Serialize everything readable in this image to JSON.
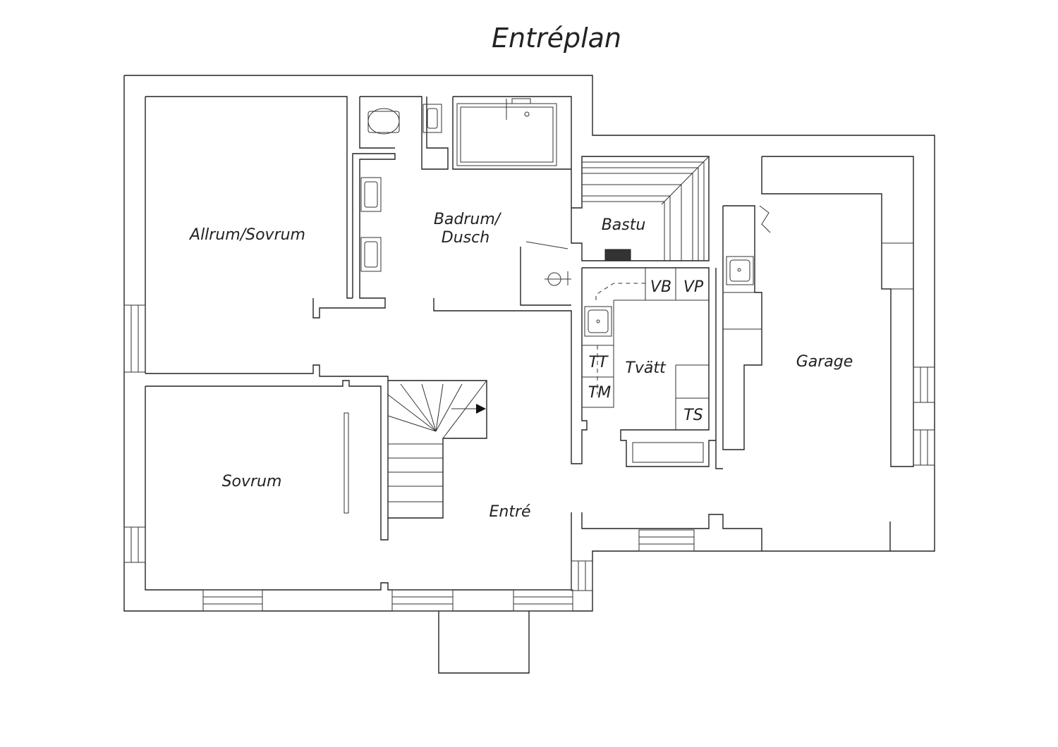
{
  "title": "Entréplan",
  "rooms": {
    "allrum": "Allrum/Sovrum",
    "badrum_line1": "Badrum/",
    "badrum_line2": "Dusch",
    "bastu": "Bastu",
    "sovrum": "Sovrum",
    "entre": "Entré",
    "tvatt": "Tvätt",
    "garage": "Garage"
  },
  "appliances": {
    "vb": "VB",
    "vp": "VP",
    "tt": "TT",
    "tm": "TM",
    "ts": "TS"
  },
  "colors": {
    "line": "#222222",
    "background": "#ffffff"
  }
}
